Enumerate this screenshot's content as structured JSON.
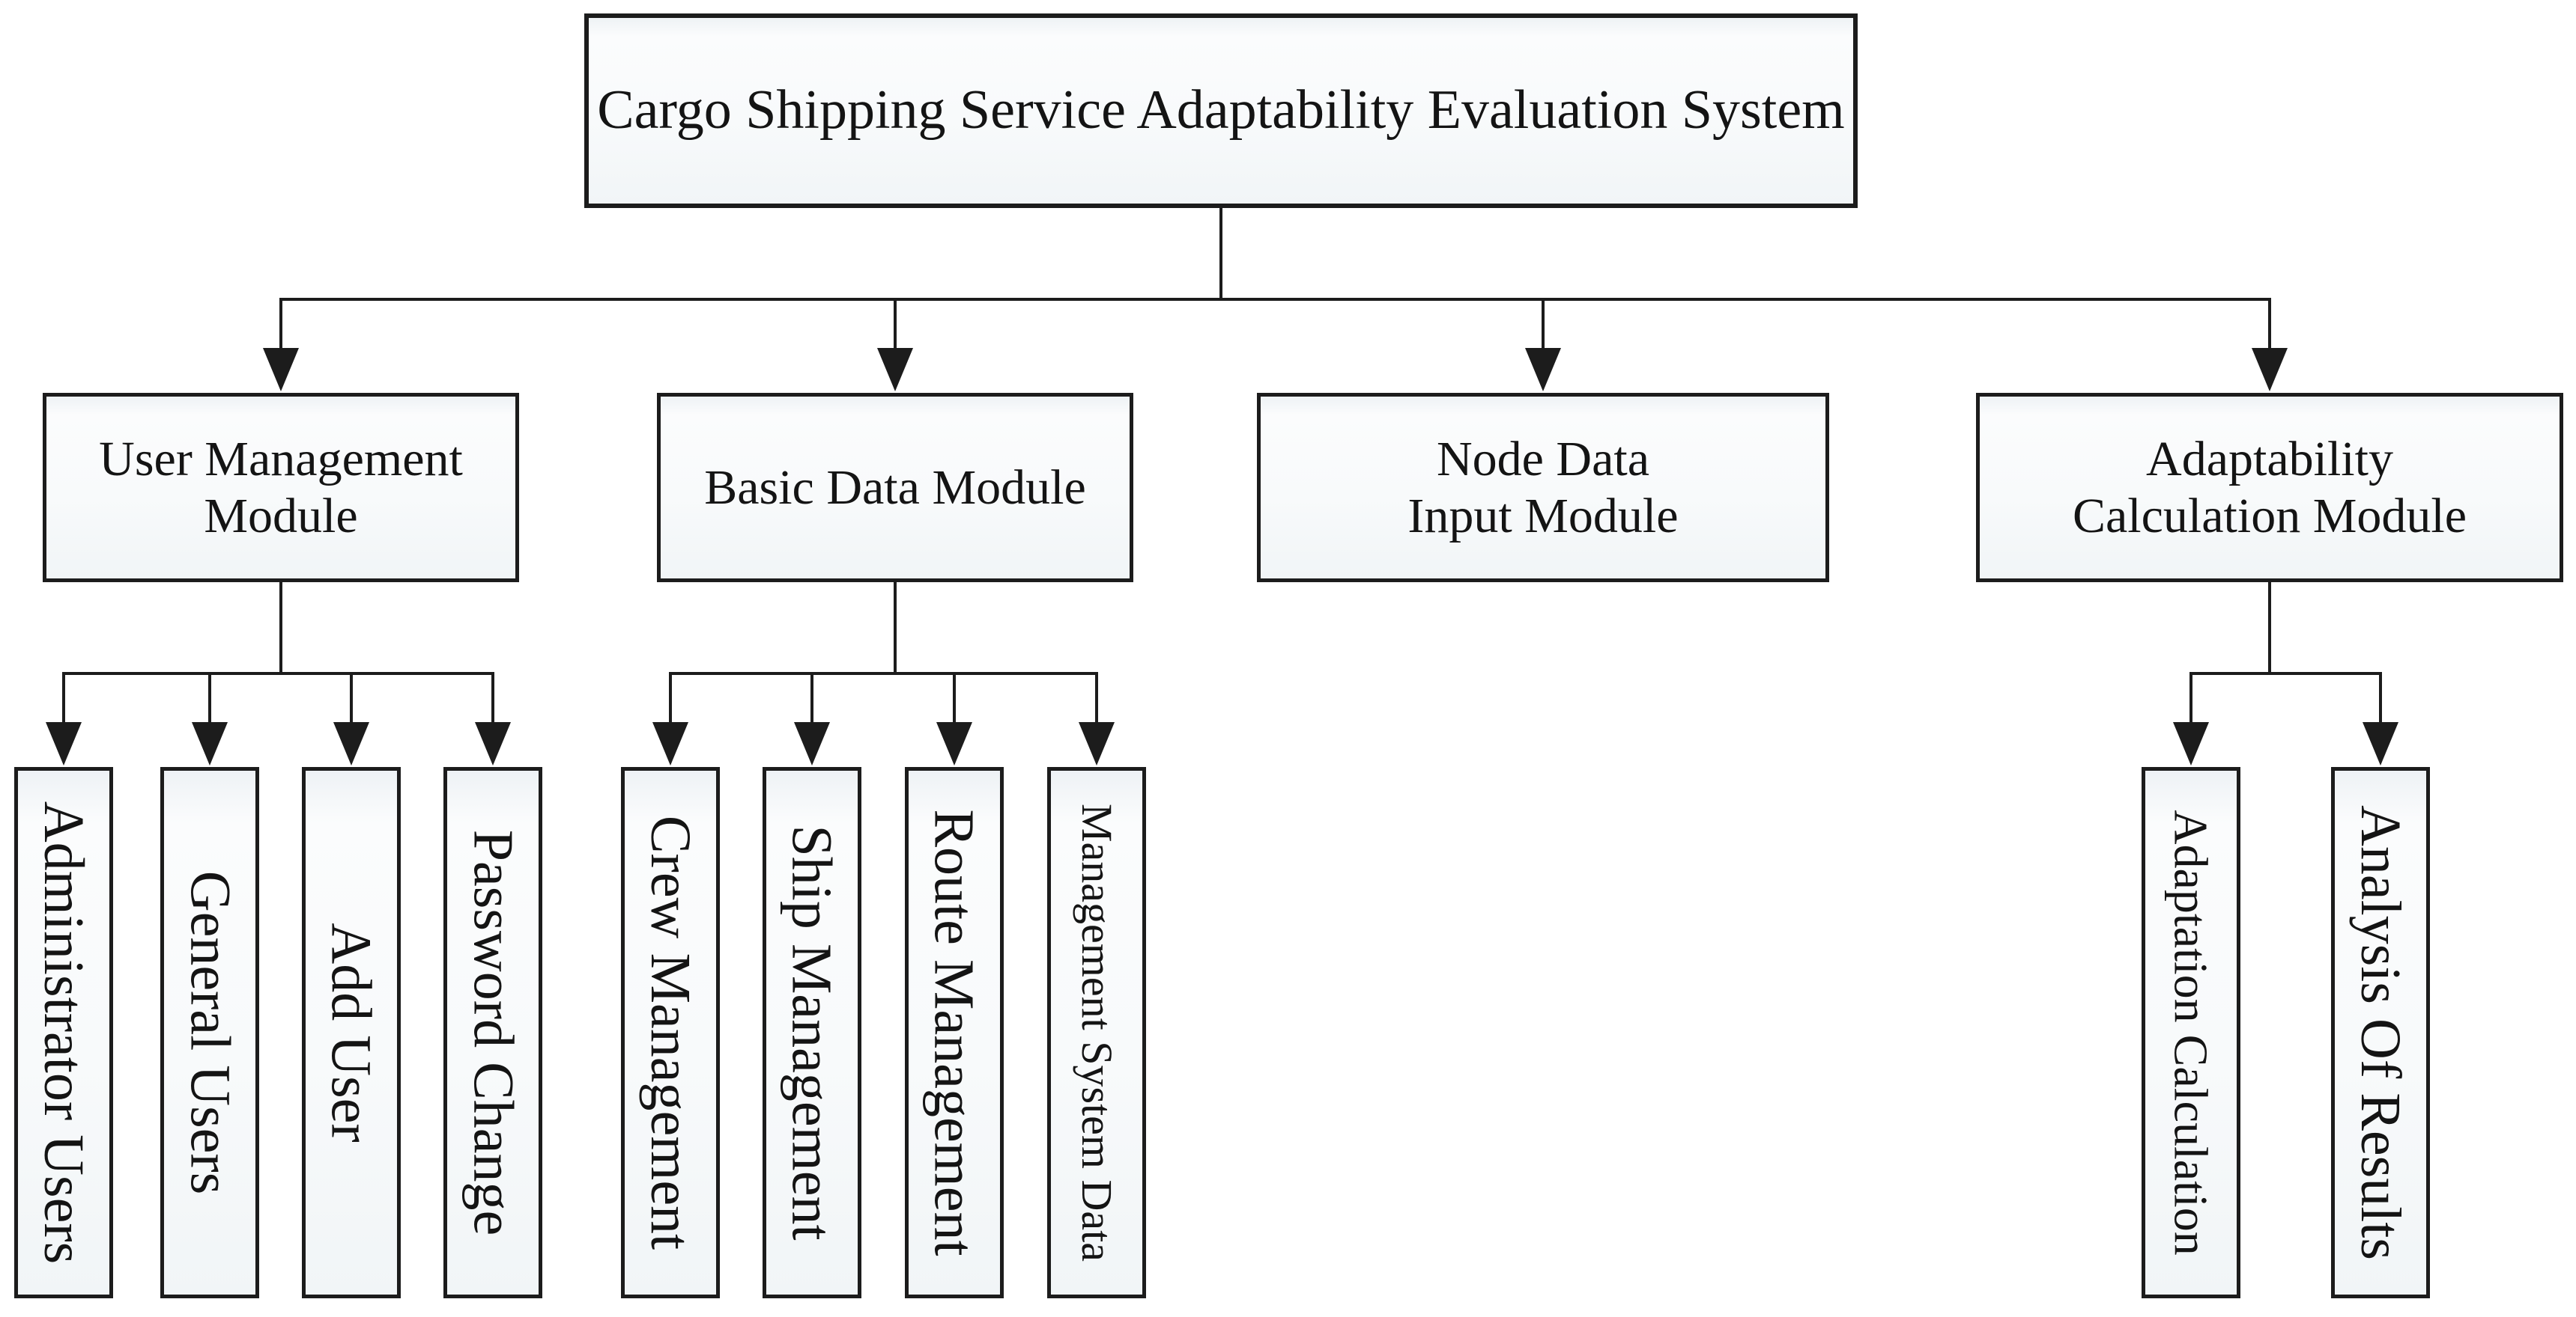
{
  "diagram": {
    "title": "Cargo Shipping Service Adaptability Evaluation System organization chart",
    "root": {
      "label": "Cargo Shipping Service Adaptability Evaluation System"
    },
    "modules": [
      {
        "label": "User Management Module",
        "children": [
          "Administrator Users",
          "General Users",
          "Add User",
          "Password Change"
        ]
      },
      {
        "label": "Basic Data Module",
        "children": [
          "Crew Management",
          "Ship Management",
          "Route Management",
          "Management System Data"
        ]
      },
      {
        "label": "Node Data Input Module",
        "children": []
      },
      {
        "label": "Adaptability Calculation Module",
        "children": [
          "Adaptation Calculation",
          "Analysis Of Results"
        ]
      }
    ],
    "colors": {
      "line": "#1c1c1c",
      "box_border": "#1c1c1c",
      "box_fill": "#f7fafb",
      "background": "#ffffff",
      "text": "#141414"
    }
  }
}
